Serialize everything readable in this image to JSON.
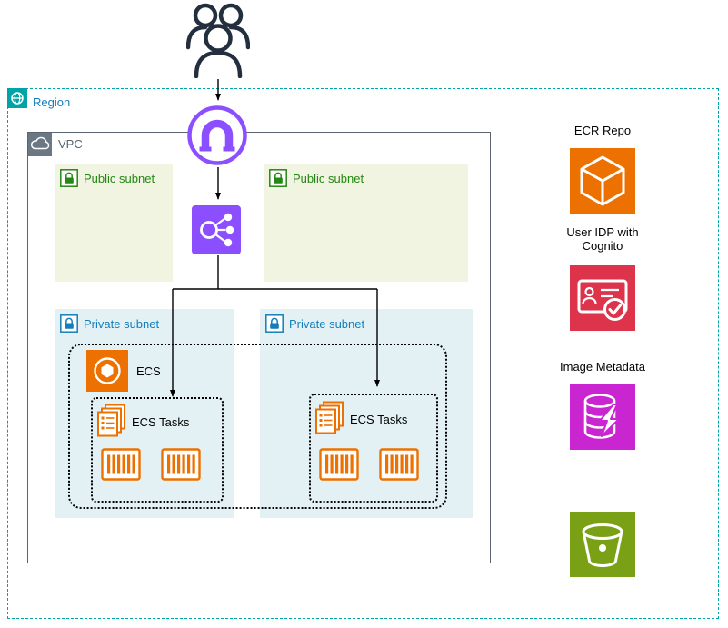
{
  "region": {
    "label": "Region"
  },
  "vpc": {
    "label": "VPC"
  },
  "subnets": {
    "public1": {
      "label": "Public subnet"
    },
    "public2": {
      "label": "Public subnet"
    },
    "private1": {
      "label": "Private subnet"
    },
    "private2": {
      "label": "Private subnet"
    }
  },
  "ecs": {
    "cluster_label": "ECS",
    "tasks_left_label": "ECS Tasks",
    "tasks_right_label": "ECS Tasks"
  },
  "services": {
    "ecr_label": "ECR Repo",
    "cognito_label_line1": "User IDP with",
    "cognito_label_line2": "Cognito",
    "metadata_label": "Image Metadata"
  },
  "icons": {
    "users": "users-icon",
    "internet_gateway": "internet-gateway-icon",
    "load_balancer": "load-balancer-icon",
    "region": "region-icon",
    "vpc": "vpc-cloud-icon",
    "public_subnet_lock": "public-subnet-lock-icon",
    "private_subnet_lock": "private-subnet-lock-icon",
    "ecs": "ecs-service-icon",
    "ecs_tasks": "ecs-tasks-icon",
    "container": "container-icon",
    "ecr": "ecr-repo-icon",
    "cognito": "cognito-icon",
    "database": "image-metadata-database-icon",
    "s3_bucket": "s3-bucket-icon"
  },
  "colors": {
    "region_border": "#00A4A6",
    "region_label": "#147EBA",
    "vpc_border": "#5A6570",
    "vpc_icon_bg": "#6C7784",
    "public_label": "#248814",
    "public_fill": "#F1F4E1",
    "private_label": "#147EBA",
    "private_fill": "#E3F1F5",
    "aws_orange": "#ED7100",
    "aws_purple": "#8C4FFF",
    "aws_red": "#DD344C",
    "aws_magenta": "#C925D1",
    "aws_green": "#7AA116",
    "dark_ink": "#232F3E",
    "arrow": "#000000"
  }
}
